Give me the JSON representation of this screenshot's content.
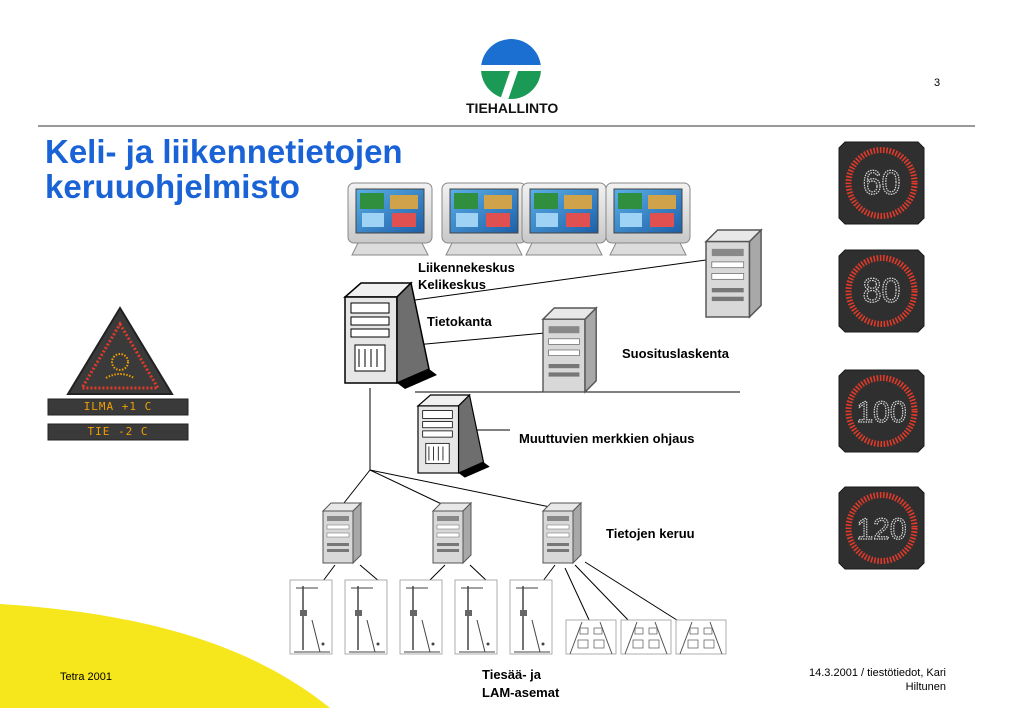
{
  "page": {
    "number": "3",
    "title_line1": "Keli- ja liikennetietojen",
    "title_line2": "keruuohjelmisto",
    "logo_text": "TIEHALLINTO"
  },
  "colors": {
    "title": "#1a63d6",
    "logo_blue": "#1a6fd0",
    "logo_green": "#1a9a55",
    "footer_yellow": "#f6e61c",
    "sign_red": "#e23a2a",
    "sign_amber": "#f0a000"
  },
  "labels": {
    "liikennekeskus": "Liikennekeskus",
    "kelikeskus": "Kelikeskus",
    "tietokanta": "Tietokanta",
    "suosituslaskenta": "Suosituslaskenta",
    "muuttuvien": "Muuttuvien merkkien ohjaus",
    "tietojen_keruu": "Tietojen keruu",
    "asemat_line1": "Tiesää- ja",
    "asemat_line2": "LAM-asemat"
  },
  "signs": {
    "speed_limits": [
      "60",
      "80",
      "100",
      "120"
    ],
    "info_line1": "ILMA +1 C",
    "info_line2": "TIE -2 C"
  },
  "footer": {
    "left": "Tetra 2001",
    "right_line1": "14.3.2001 / tiestötiedot, Kari",
    "right_line2": "Hiltunen"
  }
}
